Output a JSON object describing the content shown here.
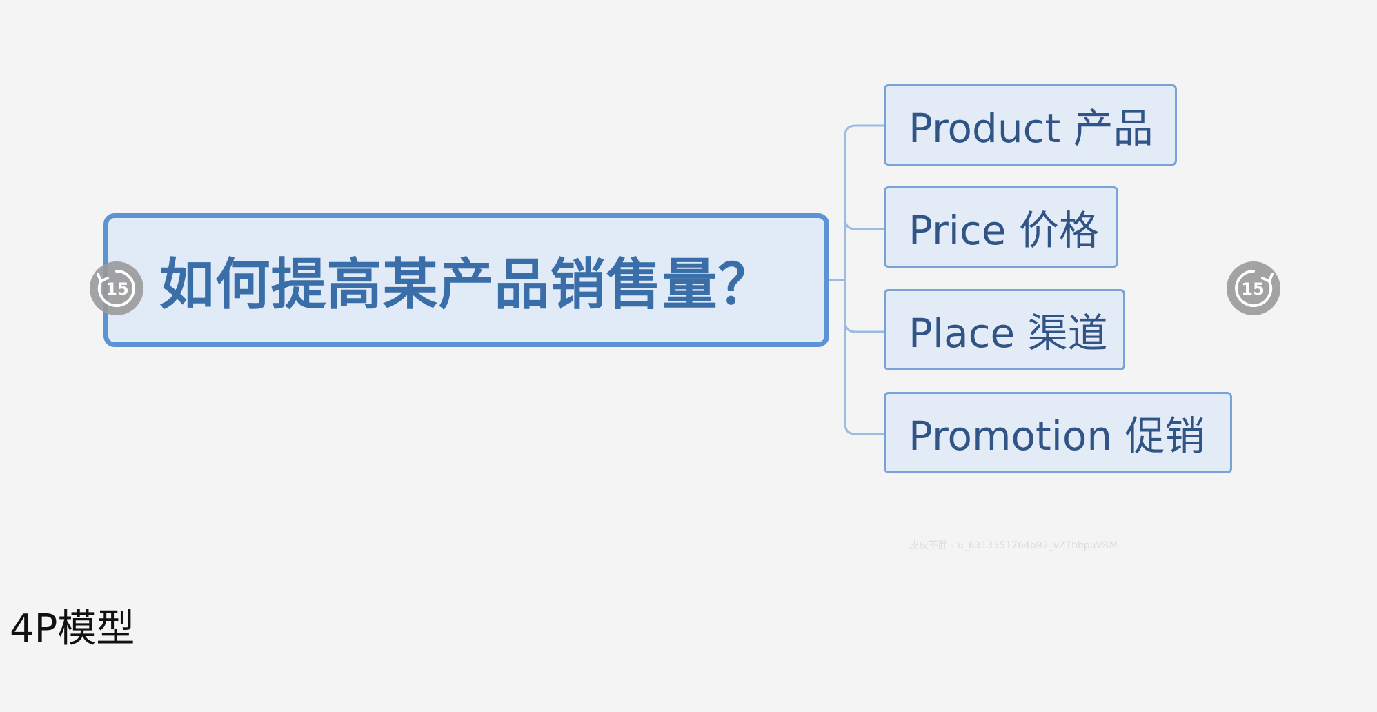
{
  "mindmap": {
    "root": {
      "label": "如何提高某产品销售量？"
    },
    "branches": [
      {
        "label": "Product 产品"
      },
      {
        "label": "Price 价格"
      },
      {
        "label": "Place 渠道"
      },
      {
        "label": "Promotion 促销"
      }
    ]
  },
  "player": {
    "skip_back": {
      "label": "15",
      "icon": "rewind-15-icon"
    },
    "skip_forward": {
      "label": "15",
      "icon": "forward-15-icon"
    }
  },
  "watermark": {
    "text": "皮皮不胖 - u_6313351764b92_vZTbbpuVRM"
  },
  "caption": {
    "text": "4P模型"
  },
  "colors": {
    "background": "#f4f4f4",
    "root_border": "#5c93d4",
    "root_fill": "#e1eaf7",
    "root_text": "#3a6ea8",
    "branch_border": "#78a3d8",
    "branch_fill": "#e3ebf7",
    "branch_text": "#2f5485",
    "connector": "#9bbbe3",
    "player_icon": "#9a9a9a"
  }
}
